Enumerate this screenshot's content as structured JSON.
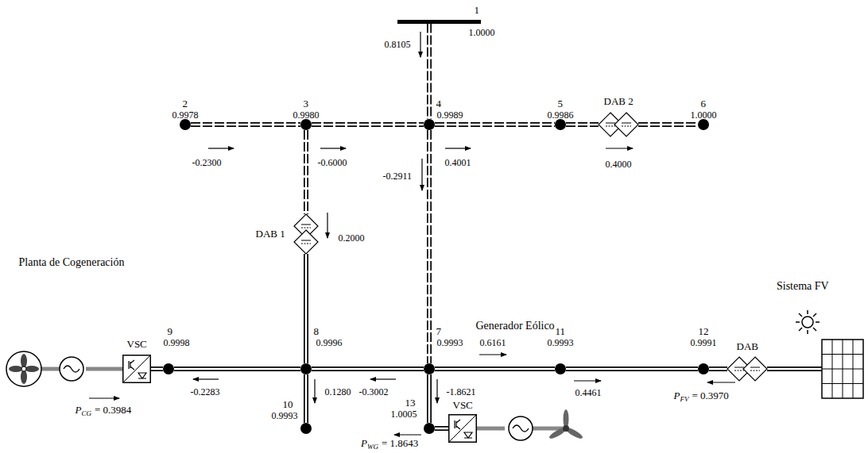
{
  "diagram": {
    "nodes": [
      {
        "text": [
          "1",
          "1.0000"
        ]
      },
      {
        "text": [
          "2",
          "0.9978"
        ]
      },
      {
        "text": [
          "3",
          "0.9980"
        ]
      },
      {
        "text": [
          "4",
          "0.9989"
        ]
      },
      {
        "text": [
          "5",
          "0.9986"
        ]
      },
      {
        "text": [
          "6",
          "1.0000"
        ]
      },
      {
        "text": [
          "7",
          "0.9993"
        ]
      },
      {
        "text": [
          "8",
          "0.9996"
        ]
      },
      {
        "text": [
          "9",
          "0.9998"
        ]
      },
      {
        "text": [
          "10",
          "0.9993"
        ]
      },
      {
        "text": [
          "11",
          "0.9993"
        ]
      },
      {
        "text": [
          "12",
          "0.9991"
        ]
      },
      {
        "text": [
          "13",
          "1.0005"
        ]
      },
      {
        "text": [
          "DAB 1"
        ]
      },
      {
        "text": [
          "DAB 2"
        ]
      },
      {
        "text": [
          "DAB"
        ]
      },
      {
        "text": [
          "VSC"
        ]
      },
      {
        "text": [
          "VSC"
        ]
      },
      {
        "text": [
          "Planta de Cogeneración"
        ]
      },
      {
        "text": [
          "Sistema FV"
        ]
      },
      {
        "text": [
          "Generador Eólico"
        ]
      }
    ],
    "edges": [
      {
        "from": 0,
        "to": 3,
        "arrow": "none",
        "label": "0.8105"
      },
      {
        "from": 1,
        "to": 2,
        "arrow": "none",
        "label": "-0.2300"
      },
      {
        "from": 2,
        "to": 3,
        "arrow": "none",
        "label": "-0.6000"
      },
      {
        "from": 3,
        "to": 4,
        "arrow": "none",
        "label": "0.4001"
      },
      {
        "from": 4,
        "to": 14,
        "arrow": "none"
      },
      {
        "from": 14,
        "to": 5,
        "arrow": "none",
        "label": "0.4000"
      },
      {
        "from": 2,
        "to": 13,
        "arrow": "none"
      },
      {
        "from": 13,
        "to": 7,
        "arrow": "none",
        "label": "0.2000"
      },
      {
        "from": 3,
        "to": 6,
        "arrow": "none",
        "label": "-0.2911"
      },
      {
        "from": 6,
        "to": 7,
        "arrow": "none",
        "label": "-0.3002"
      },
      {
        "from": 7,
        "to": 8,
        "arrow": "none",
        "label": "-0.2283"
      },
      {
        "from": 7,
        "to": 9,
        "arrow": "none",
        "label": "0.1280"
      },
      {
        "from": 6,
        "to": 10,
        "arrow": "none",
        "label": "0.6161"
      },
      {
        "from": 10,
        "to": 11,
        "arrow": "none",
        "label": "0.4461"
      },
      {
        "from": 6,
        "to": 12,
        "arrow": "none",
        "label": "-1.8621"
      },
      {
        "from": 12,
        "to": 17,
        "arrow": "none"
      },
      {
        "from": 17,
        "to": 20,
        "arrow": "none"
      },
      {
        "from": 11,
        "to": 15,
        "arrow": "none"
      },
      {
        "from": 15,
        "to": 19,
        "arrow": "none"
      },
      {
        "from": 18,
        "to": 16,
        "arrow": "none"
      },
      {
        "from": 16,
        "to": 8,
        "arrow": "none"
      }
    ],
    "labels": [
      "P",
      "CG",
      "= 0.3984",
      "P",
      "FV",
      "= 0.3970",
      "P",
      "WG",
      "= 1.8643"
    ]
  }
}
